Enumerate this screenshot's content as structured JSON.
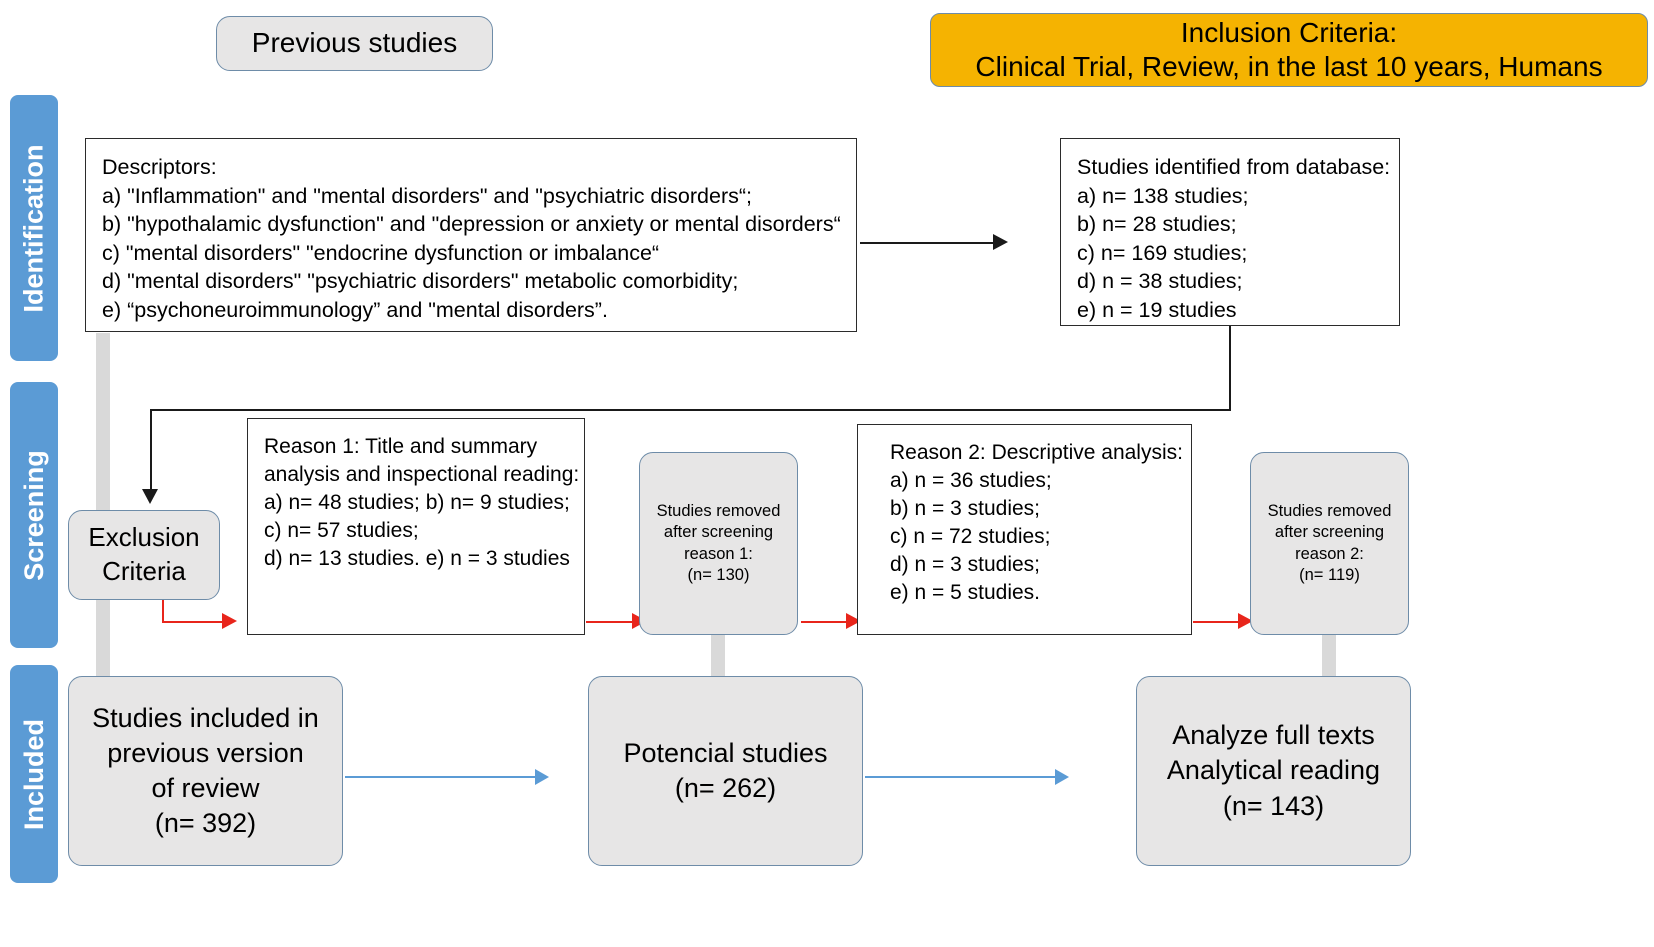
{
  "diagram": {
    "title": "PRISMA study selection flow diagram",
    "colors": {
      "stage_bar": "#5B9BD5",
      "inclusion_box": "#F5B301",
      "rounded_box_fill": "#E7E6E6",
      "rounded_box_border": "#6E8CA8",
      "red_arrow": "#E8251B",
      "blue_arrow": "#5B9BD5",
      "black_arrow": "#1A1A1A",
      "pipe": "#D9D9D9"
    }
  },
  "stages": [
    {
      "label": "Identification"
    },
    {
      "label": "Screening"
    },
    {
      "label": "Included"
    }
  ],
  "previous_studies": {
    "label": "Previous studies"
  },
  "inclusion_criteria": {
    "line1": "Inclusion Criteria:",
    "line2": "Clinical Trial, Review, in the last 10 years, Humans"
  },
  "descriptors": {
    "heading": "Descriptors:",
    "items": [
      "a) \"Inflammation\" and \"mental disorders\" and \"psychiatric disorders“;",
      "b) \"hypothalamic dysfunction\" and \"depression or anxiety or mental disorders“",
      "c) \"mental disorders\" \"endocrine dysfunction or imbalance“",
      "d) \"mental disorders\" \"psychiatric disorders\" metabolic comorbidity;",
      "e) “psychoneuroimmunology” and \"mental disorders”."
    ]
  },
  "studies_identified": {
    "heading": "Studies identified from database:",
    "items": [
      "a) n= 138 studies;",
      "b) n= 28 studies;",
      "c) n= 169 studies;",
      "d) n = 38 studies;",
      "e) n = 19 studies"
    ]
  },
  "exclusion_criteria": {
    "line1": "Exclusion",
    "line2": "Criteria"
  },
  "reason1": {
    "heading_line1": "Reason 1: Title and summary",
    "heading_line2": "analysis and inspectional reading:",
    "items": [
      "a) n= 48 studies;",
      "b) n= 9 studies;",
      "c) n= 57 studies;",
      "d) n= 13 studies.",
      "e) n = 3 studies"
    ]
  },
  "removed1": {
    "line1": "Studies removed",
    "line2": "after screening",
    "line3": "reason 1:",
    "line4": "(n= 130)"
  },
  "reason2": {
    "heading": "Reason 2: Descriptive analysis:",
    "items": [
      "a) n = 36 studies;",
      "b) n = 3 studies;",
      "c) n = 72 studies;",
      "d) n = 3 studies;",
      "e) n = 5 studies."
    ]
  },
  "removed2": {
    "line1": "Studies removed",
    "line2": "after screening",
    "line3": "reason 2:",
    "line4": "(n= 119)"
  },
  "included_previous": {
    "line1": "Studies included in",
    "line2": "previous version",
    "line3": "of review",
    "line4": "(n= 392)"
  },
  "potential_studies": {
    "line1": "Potencial studies",
    "line2": "(n= 262)"
  },
  "full_texts": {
    "line1": "Analyze full texts",
    "line2": "Analytical reading",
    "line3": "(n= 143)"
  }
}
